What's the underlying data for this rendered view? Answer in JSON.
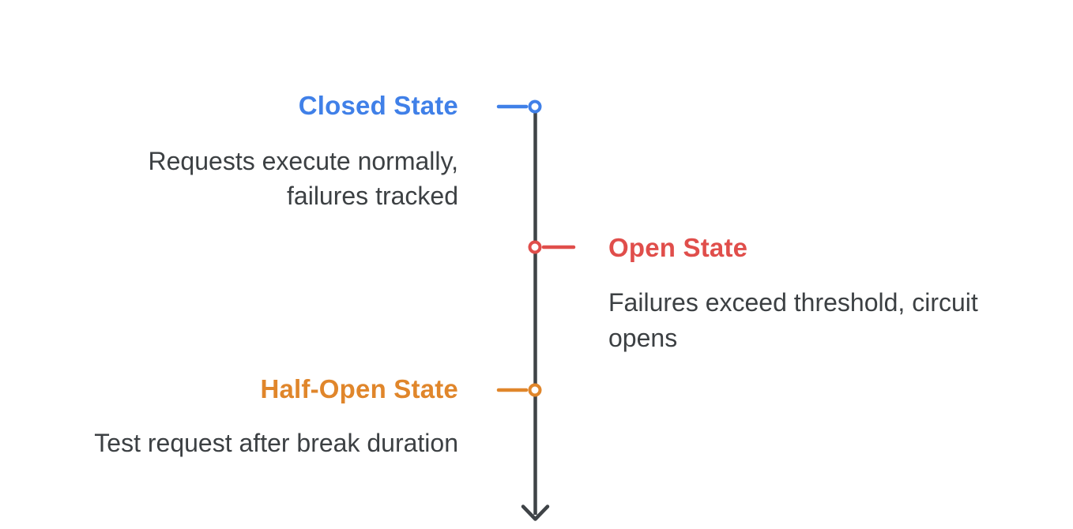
{
  "background_color": "#ffffff",
  "diagram": {
    "type": "timeline",
    "orientation": "vertical",
    "axis": {
      "color": "#3f4347",
      "arrow_direction": "down"
    },
    "node_fill": "#ffffff",
    "text_color": "#3c4043",
    "events": [
      {
        "id": "closed-state",
        "label": "Closed State",
        "description_lines": {
          "0": "Requests execute normally,",
          "1": "failures tracked"
        },
        "color": "#4080e8",
        "side": "left"
      },
      {
        "id": "open-state",
        "label": "Open State",
        "description_lines": {
          "0": "Failures exceed threshold, circuit",
          "1": "opens"
        },
        "color": "#e04e4b",
        "side": "right"
      },
      {
        "id": "half-open-state",
        "label": "Half-Open State",
        "description_lines": {
          "0": "Test request after break duration"
        },
        "color": "#e0862b",
        "side": "left"
      }
    ]
  }
}
